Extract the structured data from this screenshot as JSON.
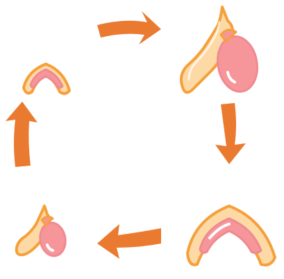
{
  "diagram": {
    "kind": "cycle",
    "steps": [
      {
        "icon": "sprout-with-heart-icon",
        "size": "large"
      },
      {
        "icon": "arch-icon",
        "size": "large"
      },
      {
        "icon": "sprout-with-heart-icon",
        "size": "small"
      },
      {
        "icon": "arch-icon",
        "size": "small"
      }
    ],
    "arrow_color": "#ea7a2f",
    "colors": {
      "outline": "#f5a03a",
      "peach_fill": "#fdd9a6",
      "pink_fill": "#f7969a",
      "pink_outline": "#ee8a90",
      "pink_highlight": "#ffffff"
    }
  }
}
